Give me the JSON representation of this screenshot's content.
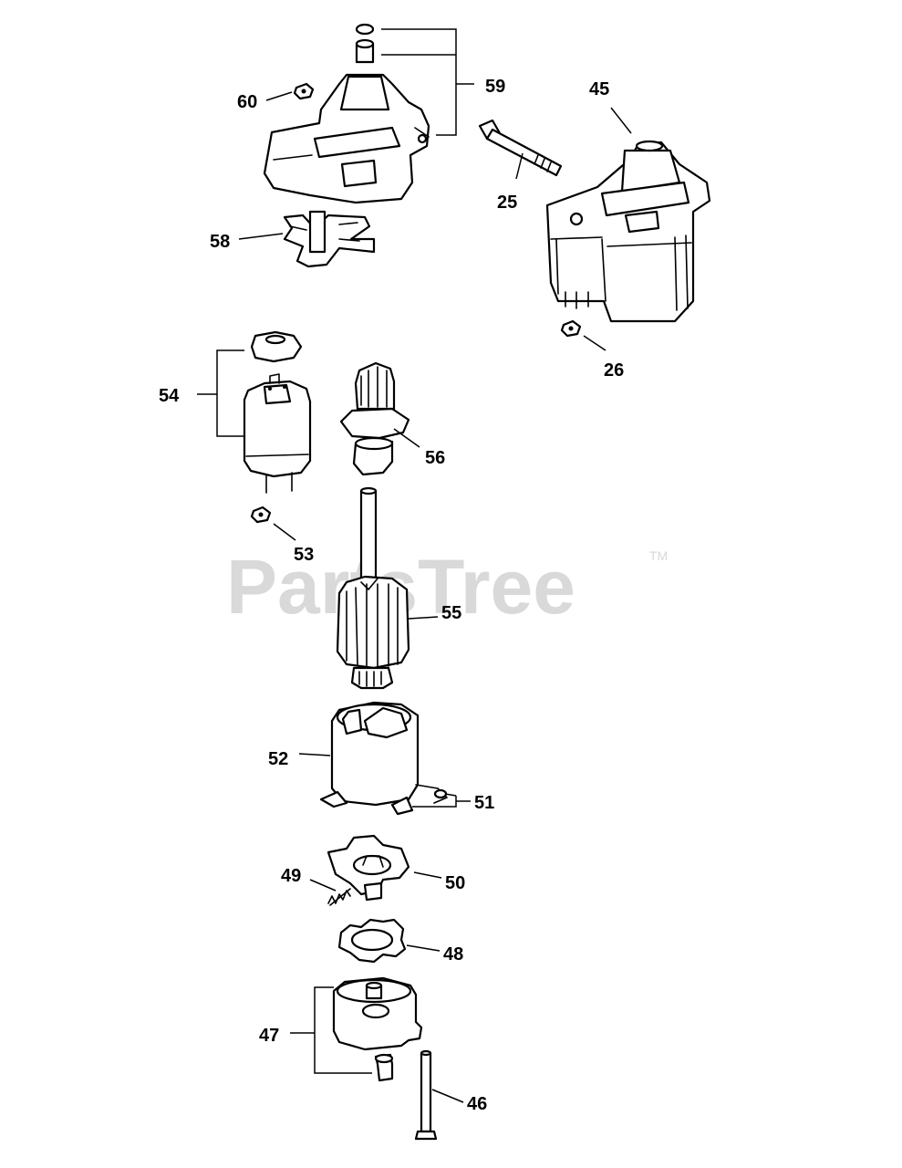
{
  "watermark": {
    "brand": "PartsTree",
    "trademark": "TM"
  },
  "callouts": {
    "c59": "59",
    "c60": "60",
    "c45": "45",
    "c25": "25",
    "c58": "58",
    "c26": "26",
    "c54": "54",
    "c56": "56",
    "c53": "53",
    "c55": "55",
    "c52": "52",
    "c51": "51",
    "c49": "49",
    "c50": "50",
    "c48": "48",
    "c47": "47",
    "c46": "46"
  }
}
